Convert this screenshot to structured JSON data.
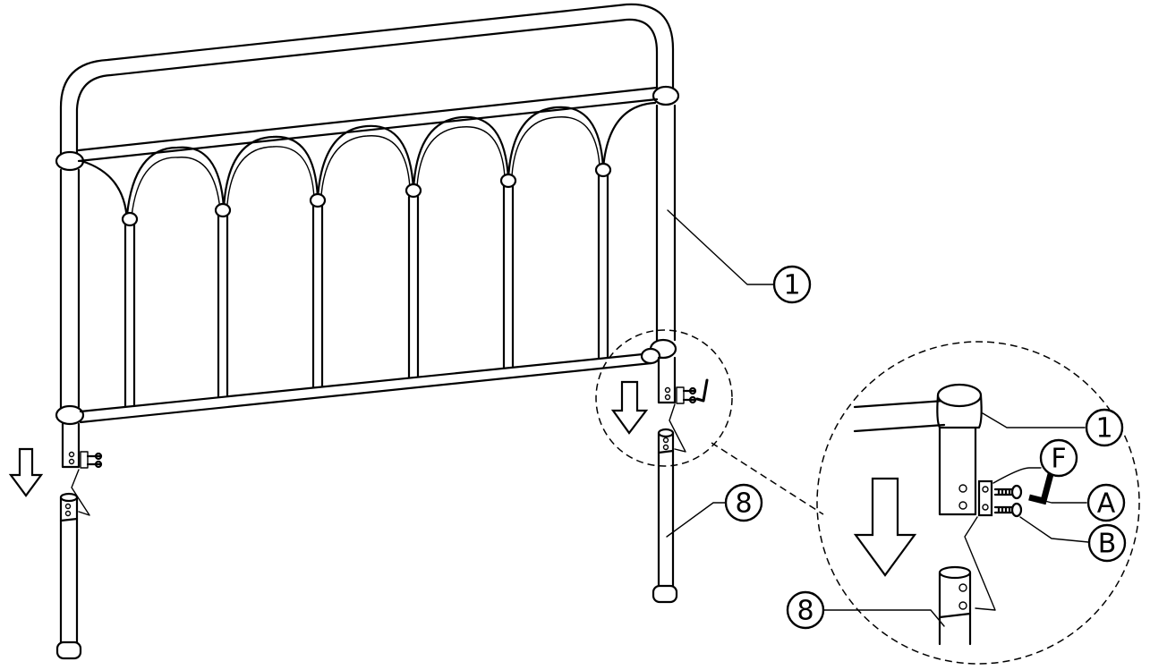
{
  "callouts": {
    "headboard": "1",
    "post": "8",
    "detail_headboard": "1",
    "detail_post": "8",
    "bracket": "F",
    "allen_key": "A",
    "bolt": "B"
  }
}
